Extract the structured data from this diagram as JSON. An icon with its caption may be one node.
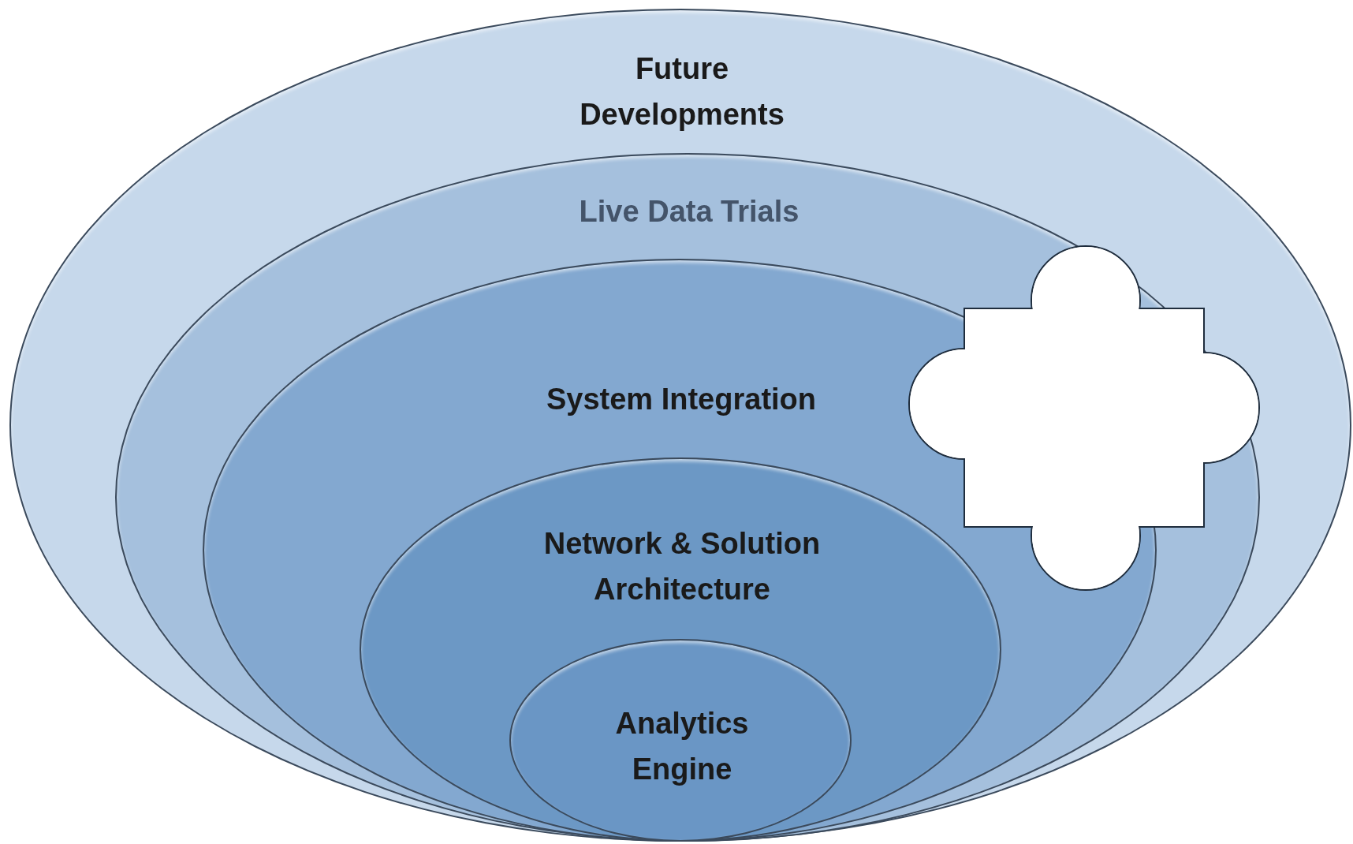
{
  "diagram": {
    "nodes": [
      {
        "text": [
          "Future Developments"
        ]
      },
      {
        "text": [
          "Live Data Trials"
        ],
        "in": 0
      },
      {
        "text": [
          "System Integration"
        ],
        "in": 1
      },
      {
        "text": [
          "Network & Solution Architecture"
        ],
        "in": 2
      },
      {
        "text": [
          "Analytics Engine"
        ],
        "in": 3
      }
    ]
  }
}
